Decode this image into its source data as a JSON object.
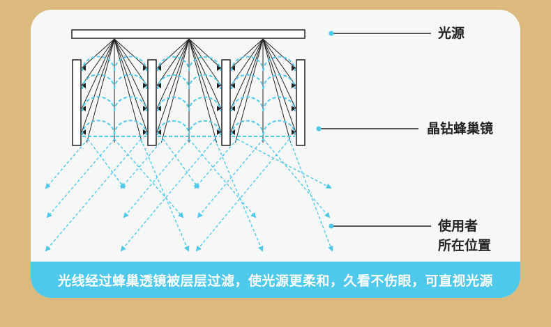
{
  "labels": {
    "light_source": "光源",
    "lens": "晶钻蜂巢镜",
    "user_line1": "使用者",
    "user_line2": "所在位置"
  },
  "banner": "光线经过蜂巢透镜被层层过滤，使光源更柔和，久看不伤眼，可直视光源",
  "colors": {
    "background": "#dcb97e",
    "card": "#f6f7f7",
    "banner": "#4ec9ec",
    "ray": "#4ec9ec",
    "callout_dot": "#4ec9ec",
    "line": "#222222"
  }
}
